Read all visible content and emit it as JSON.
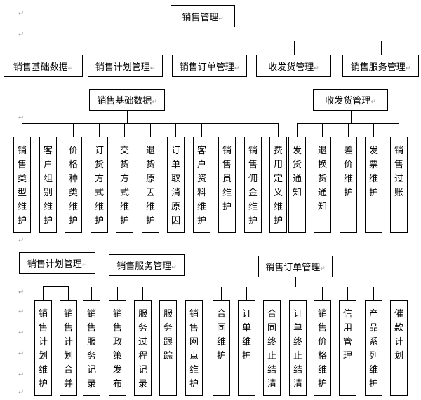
{
  "root": "销售管理",
  "level1": [
    "销售基础数据",
    "销售计划管理",
    "销售订单管理",
    "收发货管理",
    "销售服务管理"
  ],
  "basic_data": {
    "title": "销售基础数据",
    "items": [
      "销售类型维护",
      "客户组别维护",
      "价格种类维护",
      "订货方式维护",
      "交货方式维护",
      "退货原因维护",
      "订单取消原因",
      "客户资料维护",
      "销售员维护",
      "销售佣金维护",
      "费用定义维护"
    ]
  },
  "shipping": {
    "title": "收发货管理",
    "items": [
      "发货通知",
      "退换货通知",
      "差价维护",
      "发票维护",
      "销售过账"
    ]
  },
  "plan": {
    "title": "销售计划管理",
    "items": [
      "销售计划维护",
      "销售计划合并"
    ]
  },
  "service": {
    "title": "销售服务管理",
    "items": [
      "销售服务记录",
      "销售政策发布",
      "服务过程记录",
      "服务跟踪",
      "销售网点维护"
    ]
  },
  "order": {
    "title": "销售订单管理",
    "items": [
      "合同维护",
      "订单维护",
      "合同终止结清",
      "订单终止结清",
      "销售价格维护",
      "信用管理",
      "产品系列维护",
      "催款计划"
    ]
  },
  "paragraph_mark": "↵"
}
